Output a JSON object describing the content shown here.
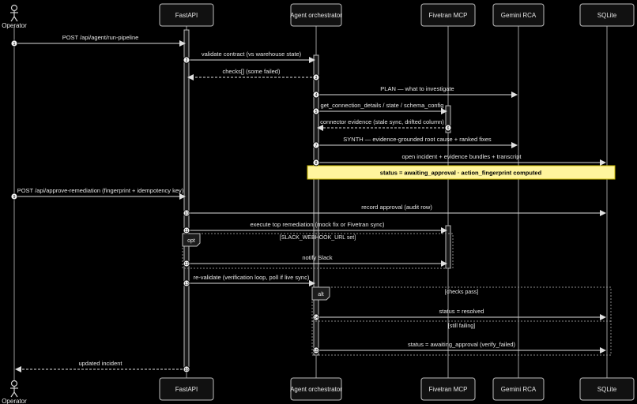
{
  "participants": [
    {
      "id": "op",
      "label": "Operator",
      "kind": "actor",
      "icon": "person-icon"
    },
    {
      "id": "fa",
      "label": "FastAPI",
      "kind": "box"
    },
    {
      "id": "ag",
      "label": "Agent orchestrator",
      "kind": "box"
    },
    {
      "id": "fm",
      "label": "Fivetran MCP",
      "kind": "box"
    },
    {
      "id": "gr",
      "label": "Gemini RCA",
      "kind": "box"
    },
    {
      "id": "sq",
      "label": "SQLite",
      "kind": "box"
    }
  ],
  "messages": [
    {
      "num": "1",
      "from": "op",
      "to": "fa",
      "label": "POST /api/agent/run-pipeline",
      "dashed": false
    },
    {
      "num": "2",
      "from": "fa",
      "to": "ag",
      "label": "validate contract (vs warehouse state)",
      "dashed": false
    },
    {
      "num": "3",
      "from": "ag",
      "to": "fa",
      "label": "checks[] (some failed)",
      "dashed": true
    },
    {
      "num": "4",
      "from": "ag",
      "to": "gr",
      "label": "PLAN — what to investigate",
      "dashed": false
    },
    {
      "num": "5",
      "from": "ag",
      "to": "fm",
      "label": "get_connection_details / state / schema_config",
      "dashed": false
    },
    {
      "num": "6",
      "from": "fm",
      "to": "ag",
      "label": "connector evidence (stale sync, drifted column)",
      "dashed": true
    },
    {
      "num": "7",
      "from": "ag",
      "to": "gr",
      "label": "SYNTH — evidence-grounded root cause + ranked fixes",
      "dashed": false
    },
    {
      "num": "8",
      "from": "ag",
      "to": "sq",
      "label": "open incident + evidence bundles + transcript",
      "dashed": false
    },
    {
      "num": "9",
      "from": "op",
      "to": "fa",
      "label": "POST /api/approve-remediation (fingerprint + idempotency key)",
      "dashed": false
    },
    {
      "num": "10",
      "from": "fa",
      "to": "sq",
      "label": "record approval (audit row)",
      "dashed": false
    },
    {
      "num": "11",
      "from": "fa",
      "to": "fm",
      "label": "execute top remediation (mock fix or Fivetran sync)",
      "dashed": false
    },
    {
      "num": "12",
      "from": "fa",
      "to": "fm",
      "label": "notify Slack",
      "dashed": false
    },
    {
      "num": "13",
      "from": "fa",
      "to": "ag",
      "label": "re-validate (verification loop, poll if live sync)",
      "dashed": false
    },
    {
      "num": "14",
      "from": "ag",
      "to": "sq",
      "label": "status = resolved",
      "dashed": false
    },
    {
      "num": "15",
      "from": "ag",
      "to": "sq",
      "label": "status = awaiting_approval (verify_failed)",
      "dashed": false
    },
    {
      "num": "16",
      "from": "fa",
      "to": "op",
      "label": "updated incident",
      "dashed": true
    }
  ],
  "note": {
    "text": "status = awaiting_approval · action_fingerprint computed",
    "color": "#fff59d"
  },
  "fragments": [
    {
      "id": "opt",
      "label": "opt",
      "condition": "[SLACK_WEBHOOK_URL set]"
    },
    {
      "id": "alt",
      "label": "alt",
      "condition": "[checks pass]",
      "else_condition": "[still failing]"
    }
  ]
}
